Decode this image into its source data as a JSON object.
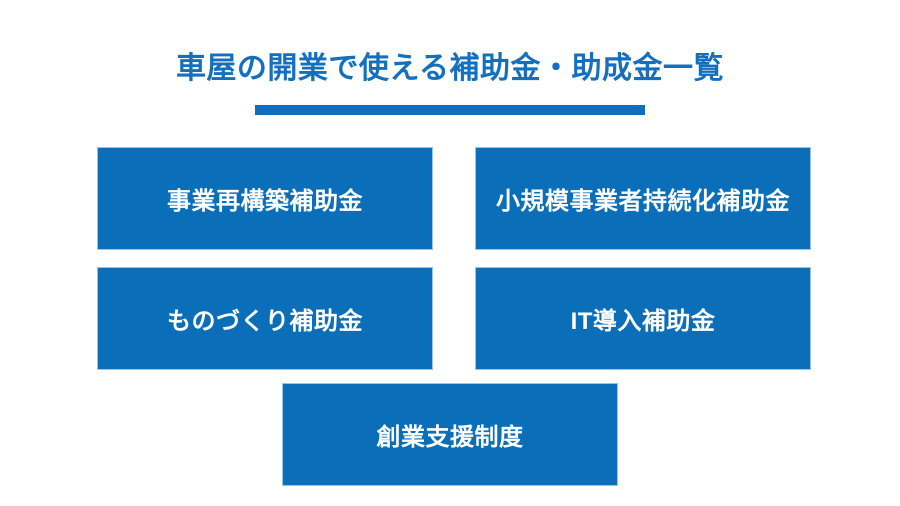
{
  "slide": {
    "title": "車屋の開業で使える補助金・助成金一覧",
    "title_color": "#1470BE",
    "underline_color": "#0E6FBA",
    "background_color": "#FFFFFF"
  },
  "boxes": [
    {
      "label": "事業再構築補助金"
    },
    {
      "label": "小規模事業者持続化補助金"
    },
    {
      "label": "ものづくり補助金"
    },
    {
      "label": "IT導入補助金"
    },
    {
      "label": "創業支援制度"
    }
  ],
  "colors": {
    "box_fill": "#0B6EB8",
    "box_border": "#9DC3E6",
    "box_text": "#FFFFFF"
  }
}
